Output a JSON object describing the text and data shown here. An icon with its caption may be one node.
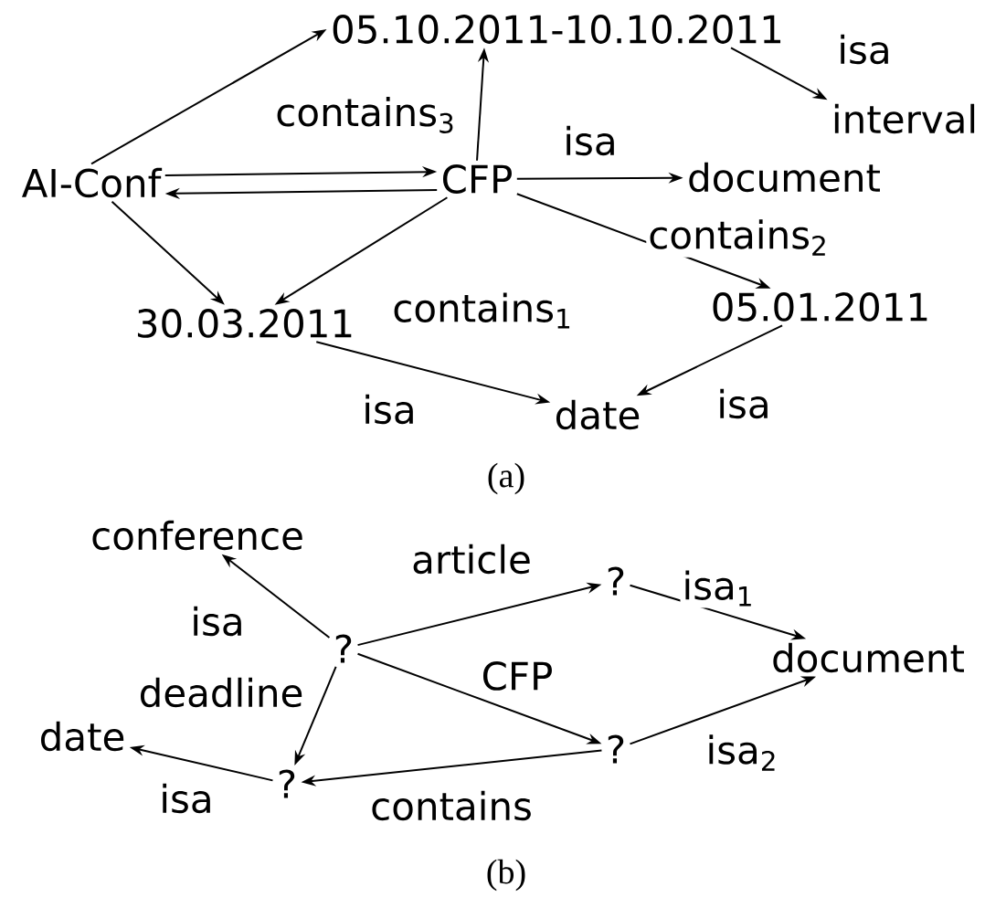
{
  "diagram": {
    "nodes": [
      {
        "text": [
          "AI-Conf"
        ]
      },
      {
        "text": [
          "CFP"
        ]
      },
      {
        "text": [
          "05.10.2011-10.10.2011"
        ]
      },
      {
        "text": [
          "interval"
        ]
      },
      {
        "text": [
          "document"
        ]
      },
      {
        "text": [
          "30.03.2011"
        ]
      },
      {
        "text": [
          "05.01.2011"
        ]
      },
      {
        "text": [
          "date"
        ]
      },
      {
        "text": [
          "conference"
        ]
      },
      {
        "text": [
          "?"
        ]
      },
      {
        "text": [
          "?"
        ]
      },
      {
        "text": [
          "document"
        ]
      },
      {
        "text": [
          "date"
        ]
      },
      {
        "text": [
          "?"
        ]
      },
      {
        "text": [
          "?"
        ]
      }
    ],
    "edges": [
      {
        "from": 0,
        "to": 2,
        "arrow": "to"
      },
      {
        "from": 1,
        "to": 2,
        "arrow": "to",
        "label": "contains$_{3}$"
      },
      {
        "from": 2,
        "to": 3,
        "arrow": "to",
        "label": "isa"
      },
      {
        "from": 0,
        "to": 1,
        "arrow": "to"
      },
      {
        "from": 1,
        "to": 0,
        "arrow": "to"
      },
      {
        "from": 1,
        "to": 4,
        "arrow": "to",
        "label": "isa"
      },
      {
        "from": 0,
        "to": 5,
        "arrow": "to"
      },
      {
        "from": 1,
        "to": 5,
        "arrow": "to",
        "label": "contains$_{1}$"
      },
      {
        "from": 1,
        "to": 6,
        "arrow": "to",
        "label": "contains$_{2}$"
      },
      {
        "from": 5,
        "to": 7,
        "arrow": "to",
        "label": "isa"
      },
      {
        "from": 6,
        "to": 7,
        "arrow": "to",
        "label": "isa"
      },
      {
        "from": 9,
        "to": 8,
        "arrow": "to",
        "label": "isa"
      },
      {
        "from": 9,
        "to": 10,
        "arrow": "to",
        "label": "article"
      },
      {
        "from": 10,
        "to": 11,
        "arrow": "to",
        "label": "isa$_{1}$"
      },
      {
        "from": 9,
        "to": 14,
        "arrow": "to",
        "label": "CFP"
      },
      {
        "from": 14,
        "to": 11,
        "arrow": "to",
        "label": "isa$_{2}$"
      },
      {
        "from": 9,
        "to": 13,
        "arrow": "to",
        "label": "deadline"
      },
      {
        "from": 14,
        "to": 13,
        "arrow": "to",
        "label": "contains"
      },
      {
        "from": 13,
        "to": 12,
        "arrow": "to",
        "label": "isa"
      }
    ],
    "labels": [
      "(a)",
      "(b)"
    ]
  }
}
